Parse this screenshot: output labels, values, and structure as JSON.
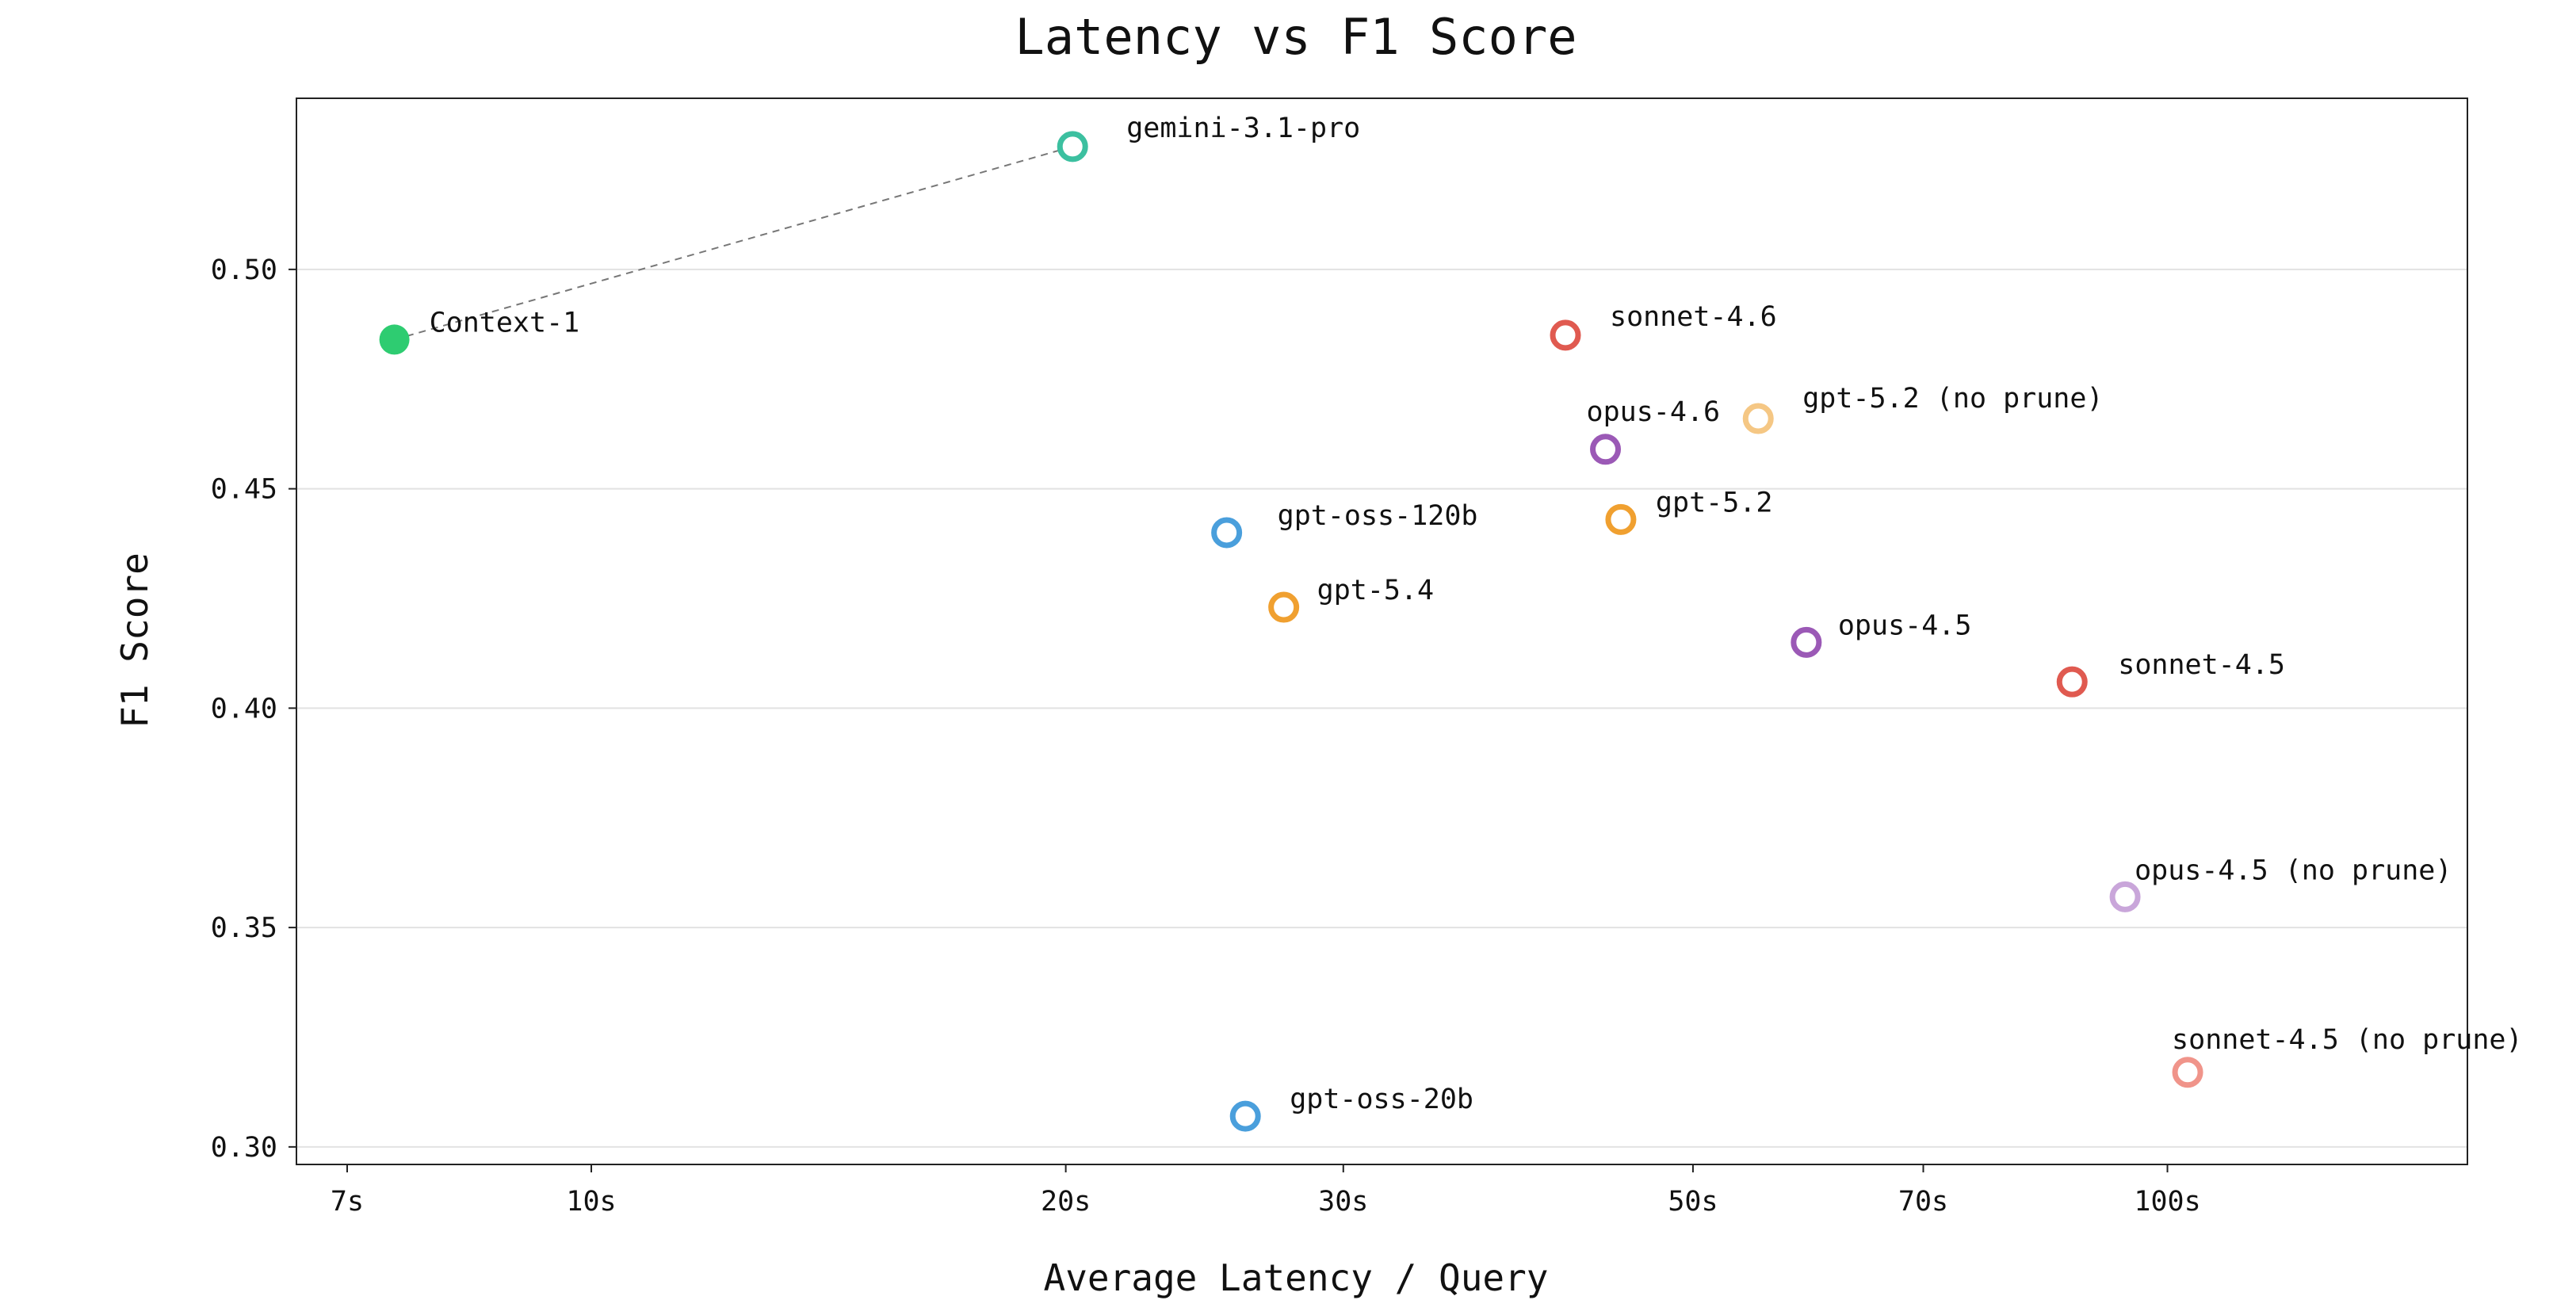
{
  "chart_data": {
    "type": "scatter",
    "title": "Latency vs F1 Score",
    "xlabel": "Average Latency / Query",
    "ylabel": "F1 Score",
    "x_scale": "log",
    "xlim": [
      6.5,
      155
    ],
    "ylim": [
      0.296,
      0.539
    ],
    "x_ticks": [
      7,
      10,
      20,
      30,
      50,
      70,
      100
    ],
    "x_tick_labels": [
      "7s",
      "10s",
      "20s",
      "30s",
      "50s",
      "70s",
      "100s"
    ],
    "y_ticks": [
      0.3,
      0.35,
      0.4,
      0.45,
      0.5
    ],
    "y_tick_labels": [
      "0.30",
      "0.35",
      "0.40",
      "0.45",
      "0.50"
    ],
    "grid": "horizontal",
    "points": [
      {
        "label": "Context-1",
        "x": 7.5,
        "y": 0.484,
        "color": "#2ecc71",
        "filled": true
      },
      {
        "label": "gemini-3.1-pro",
        "x": 20.2,
        "y": 0.528,
        "color": "#3cc0a0",
        "filled": false
      },
      {
        "label": "sonnet-4.6",
        "x": 41.5,
        "y": 0.485,
        "color": "#e05a50",
        "filled": false
      },
      {
        "label": "gpt-5.2 (no prune)",
        "x": 55.0,
        "y": 0.466,
        "color": "#f5c784",
        "filled": false
      },
      {
        "label": "opus-4.6",
        "x": 44.0,
        "y": 0.459,
        "color": "#9b59b6",
        "filled": false
      },
      {
        "label": "gpt-5.2",
        "x": 45.0,
        "y": 0.443,
        "color": "#f0a030",
        "filled": false
      },
      {
        "label": "gpt-oss-120b",
        "x": 25.3,
        "y": 0.44,
        "color": "#4a9fdc",
        "filled": false
      },
      {
        "label": "gpt-5.4",
        "x": 27.5,
        "y": 0.423,
        "color": "#f0a030",
        "filled": false
      },
      {
        "label": "opus-4.5",
        "x": 59.0,
        "y": 0.415,
        "color": "#9b59b6",
        "filled": false
      },
      {
        "label": "sonnet-4.5",
        "x": 87.0,
        "y": 0.406,
        "color": "#e05a50",
        "filled": false
      },
      {
        "label": "opus-4.5 (no prune)",
        "x": 94.0,
        "y": 0.357,
        "color": "#c9a6da",
        "filled": false
      },
      {
        "label": "sonnet-4.5 (no prune)",
        "x": 103.0,
        "y": 0.317,
        "color": "#f0948a",
        "filled": false
      },
      {
        "label": "gpt-oss-20b",
        "x": 26.0,
        "y": 0.307,
        "color": "#4a9fdc",
        "filled": false
      }
    ],
    "connector": {
      "from": "Context-1",
      "to": "gemini-3.1-pro",
      "style": "dashed",
      "color": "#777777"
    }
  }
}
